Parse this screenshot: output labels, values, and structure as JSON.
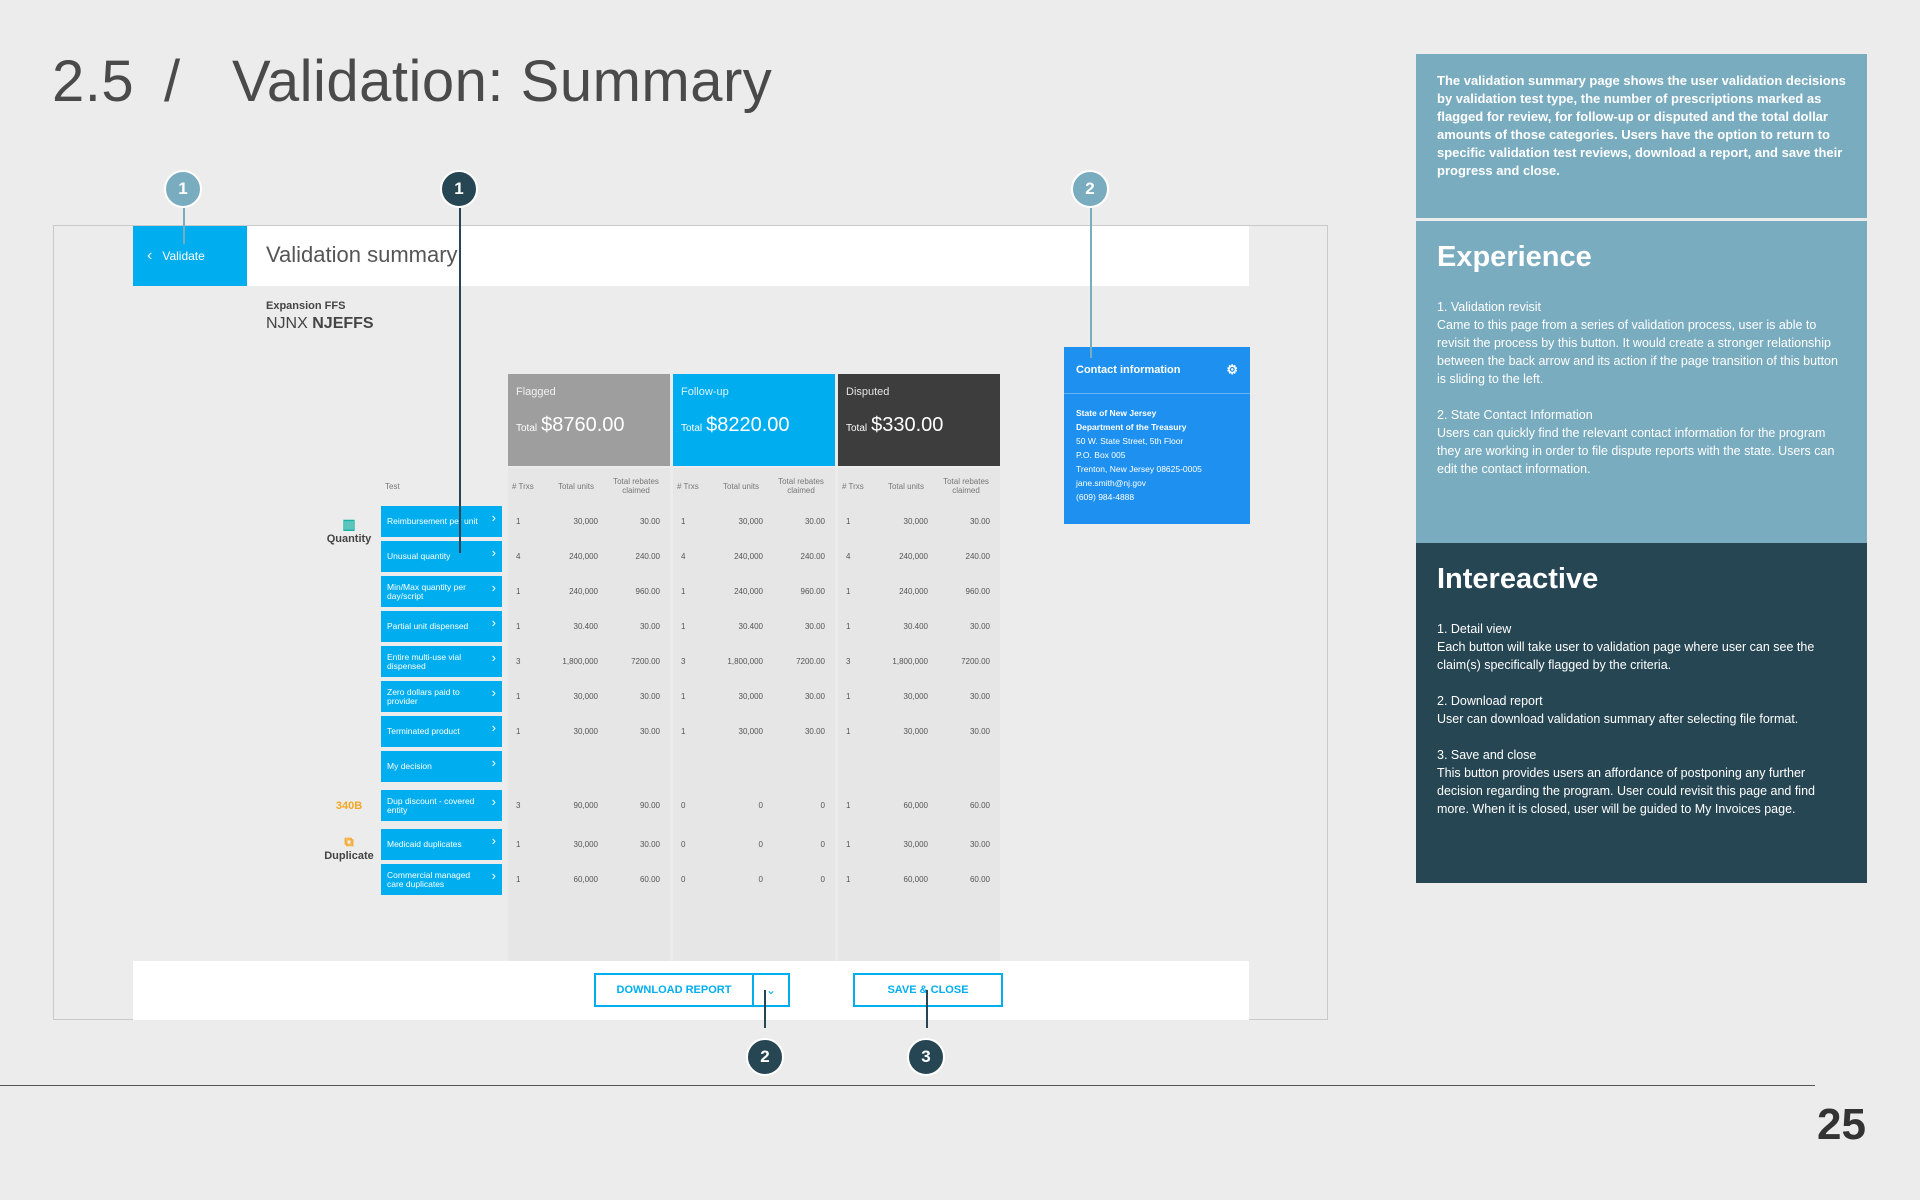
{
  "slide": {
    "section": "2.5",
    "slash": "/",
    "title": "Validation:  Summary",
    "page_number": "25"
  },
  "app": {
    "back_label": "Validate",
    "heading": "Validation summary",
    "program_label": "Expansion FFS",
    "program_prefix": "NJNX",
    "program_code": "NJEFFS"
  },
  "contact": {
    "title": "Contact information",
    "lines": [
      "State of New Jersey",
      "Department of the Treasury",
      "50 W. State Street, 5th Floor",
      "P.O. Box 005",
      "Trenton, New Jersey 08625-0005",
      "jane.smith@nj.gov",
      "(609) 984-4888"
    ]
  },
  "table": {
    "test_header": "Test",
    "groups": [
      {
        "name": "Flagged",
        "total_prefix": "Total",
        "total": "$8760.00",
        "color": "#9e9e9e"
      },
      {
        "name": "Follow-up",
        "total_prefix": "Total",
        "total": "$8220.00",
        "color": "#00aef0"
      },
      {
        "name": "Disputed",
        "total_prefix": "Total",
        "total": "$330.00",
        "color": "#3d3d3d"
      }
    ],
    "subheaders": [
      "# Trxs",
      "Total units",
      "Total rebates claimed"
    ],
    "categories": {
      "quantity": "Quantity",
      "b340": "340B",
      "duplicate": "Duplicate"
    },
    "rows": [
      {
        "test": "Reimbursement per unit",
        "f": [
          "1",
          "30,000",
          "30.00"
        ],
        "u": [
          "1",
          "30,000",
          "30.00"
        ],
        "d": [
          "1",
          "30,000",
          "30.00"
        ]
      },
      {
        "test": "Unusual quantity",
        "f": [
          "4",
          "240,000",
          "240.00"
        ],
        "u": [
          "4",
          "240,000",
          "240.00"
        ],
        "d": [
          "4",
          "240,000",
          "240.00"
        ]
      },
      {
        "test": "Min/Max quantity per day/script",
        "f": [
          "1",
          "240,000",
          "960.00"
        ],
        "u": [
          "1",
          "240,000",
          "960.00"
        ],
        "d": [
          "1",
          "240,000",
          "960.00"
        ]
      },
      {
        "test": "Partial unit dispensed",
        "f": [
          "1",
          "30.400",
          "30.00"
        ],
        "u": [
          "1",
          "30.400",
          "30.00"
        ],
        "d": [
          "1",
          "30.400",
          "30.00"
        ]
      },
      {
        "test": "Entire multi-use vial dispensed",
        "f": [
          "3",
          "1,800,000",
          "7200.00"
        ],
        "u": [
          "3",
          "1,800,000",
          "7200.00"
        ],
        "d": [
          "3",
          "1,800,000",
          "7200.00"
        ]
      },
      {
        "test": "Zero dollars paid to provider",
        "f": [
          "1",
          "30,000",
          "30.00"
        ],
        "u": [
          "1",
          "30,000",
          "30.00"
        ],
        "d": [
          "1",
          "30,000",
          "30.00"
        ]
      },
      {
        "test": "Terminated product",
        "f": [
          "1",
          "30,000",
          "30.00"
        ],
        "u": [
          "1",
          "30,000",
          "30.00"
        ],
        "d": [
          "1",
          "30,000",
          "30.00"
        ]
      },
      {
        "test": "My decision",
        "f": [
          "",
          "",
          ""
        ],
        "u": [
          "",
          "",
          ""
        ],
        "d": [
          "",
          "",
          ""
        ]
      },
      {
        "test": "Dup discount - covered entity",
        "f": [
          "3",
          "90,000",
          "90.00"
        ],
        "u": [
          "0",
          "0",
          "0"
        ],
        "d": [
          "1",
          "60,000",
          "60.00"
        ]
      },
      {
        "test": "Medicaid duplicates",
        "f": [
          "1",
          "30,000",
          "30.00"
        ],
        "u": [
          "0",
          "0",
          "0"
        ],
        "d": [
          "1",
          "30,000",
          "30.00"
        ]
      },
      {
        "test": "Commercial managed care duplicates",
        "f": [
          "1",
          "60,000",
          "60.00"
        ],
        "u": [
          "0",
          "0",
          "0"
        ],
        "d": [
          "1",
          "60,000",
          "60.00"
        ]
      }
    ]
  },
  "buttons": {
    "download": "DOWNLOAD REPORT",
    "download_caret": "⌄",
    "save": "SAVE & CLOSE"
  },
  "callouts": {
    "c1a": "1",
    "c1b": "1",
    "c2a": "2",
    "c2b": "2",
    "c3": "3"
  },
  "side": {
    "intro": "The validation summary page shows the user validation decisions by validation test type, the number of prescriptions marked as flagged for review, for follow-up or disputed and the total dollar amounts of those categories. Users have the option to return to specific validation test reviews, download a report, and save their progress and close.",
    "experience_title": "Experience",
    "experience_items": [
      {
        "title": "1. Validation  revisit",
        "text": "Came to this page from a series of validation process, user is able to revisit the process by this button. It would create a stronger relationship between the back arrow and its action if the page transition of this button is sliding to the left."
      },
      {
        "title": "2.  State Contact Information",
        "text": "Users can quickly find the relevant contact information for the program they are working in order to file dispute reports with the state. Users can edit the contact information."
      }
    ],
    "interactive_title": "Intereactive",
    "interactive_items": [
      {
        "title": "1. Detail view",
        "text": "Each button will take user to validation page where user can see the claim(s) specifically flagged by the criteria."
      },
      {
        "title": "2.  Download  report",
        "text": "User can download validation summary after selecting file format."
      },
      {
        "title": "3.  Save and close",
        "text": "This button provides users an affordance of postponing any further decision regarding the program. User could revisit this page and find more. When it is closed, user will be guided to My Invoices page."
      }
    ]
  }
}
